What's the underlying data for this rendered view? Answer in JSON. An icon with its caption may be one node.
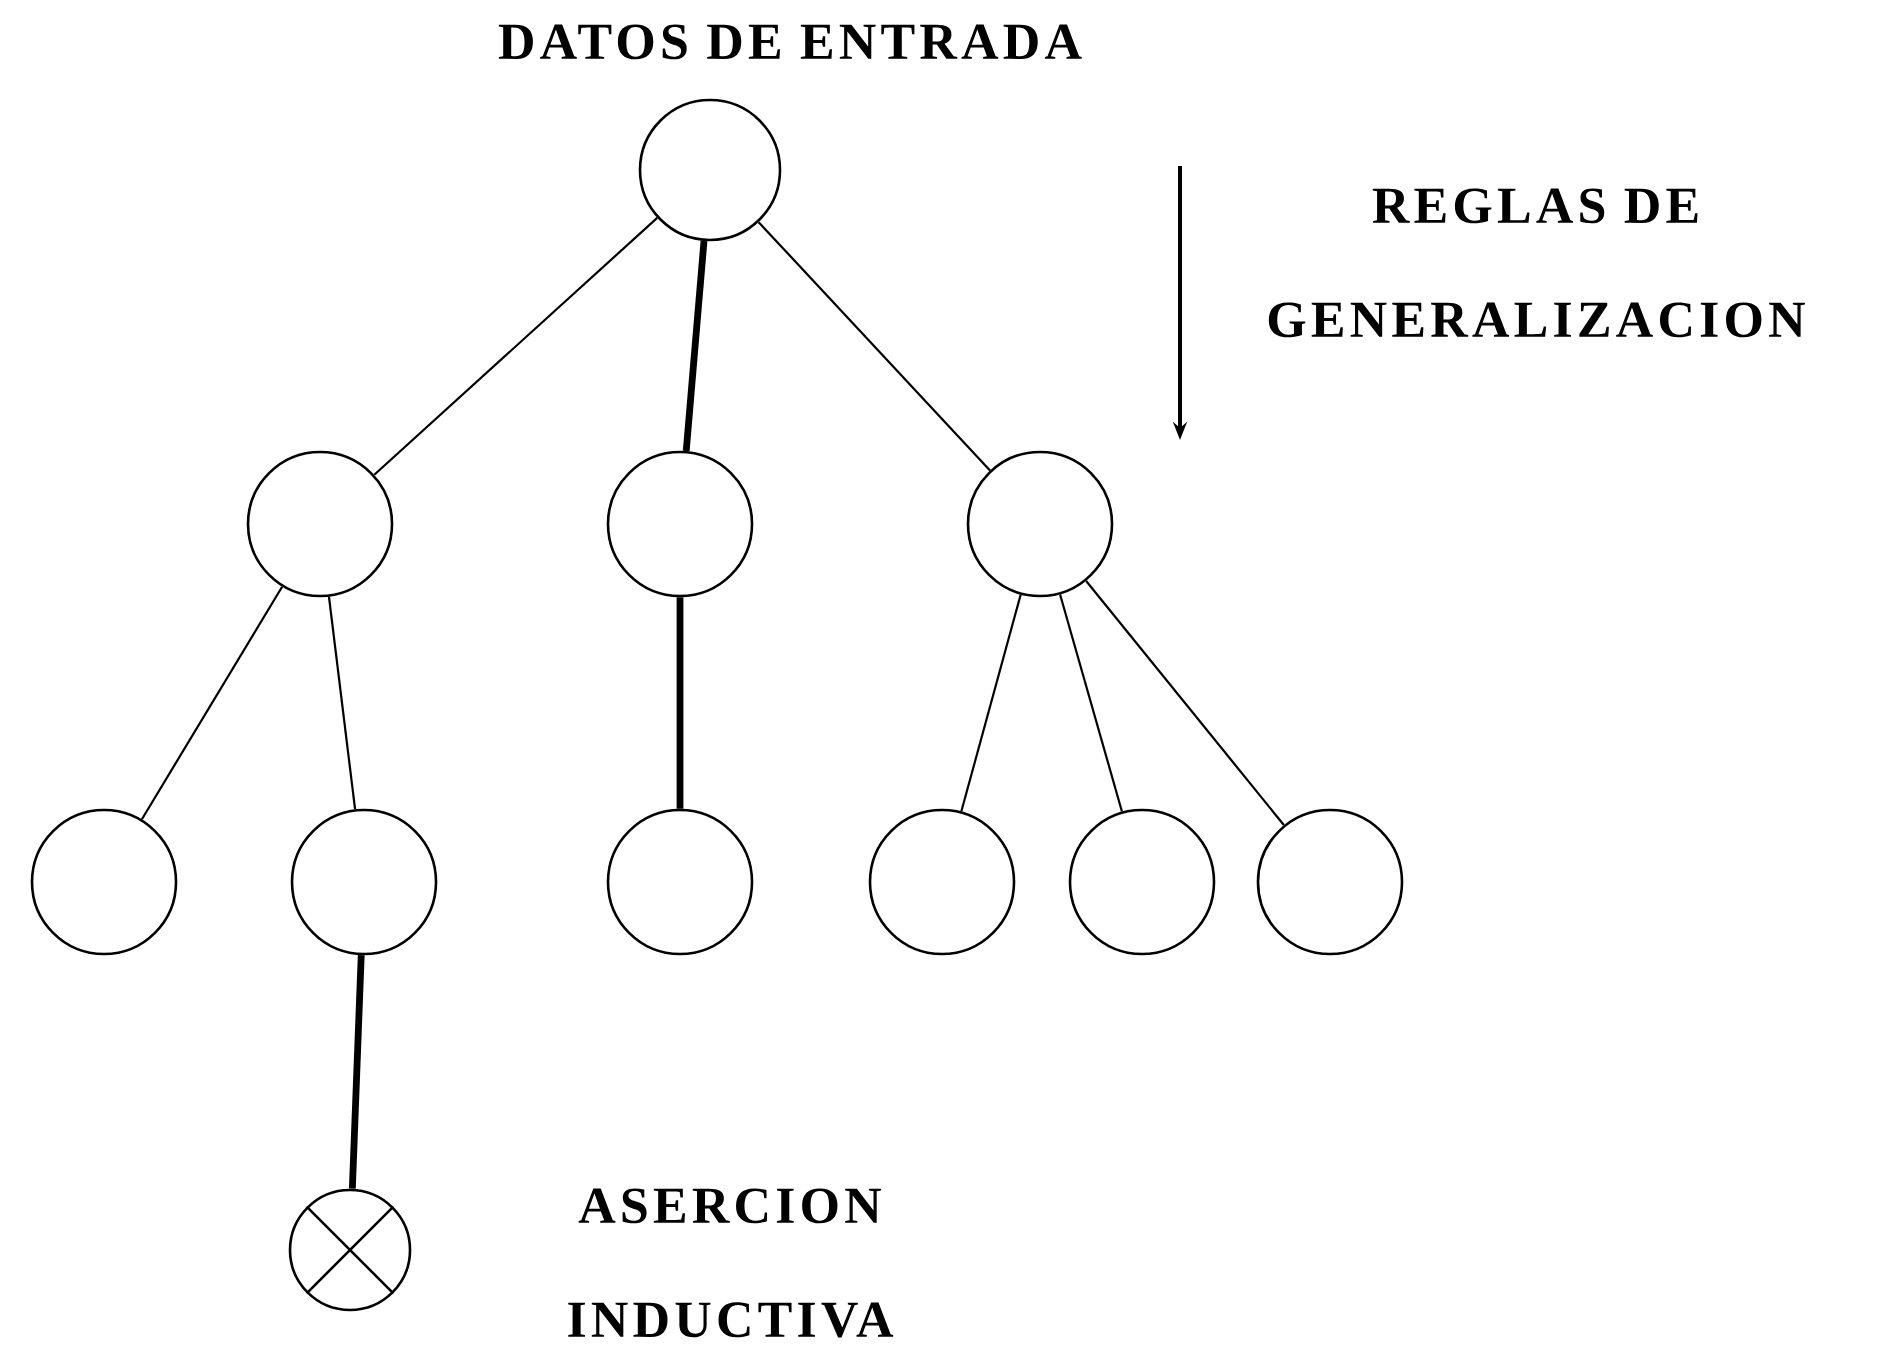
{
  "diagram": {
    "nodes": [
      {
        "text": [],
        "shape": "circle",
        "beside": [
          "DATOS DE ENTRADA"
        ]
      },
      {
        "text": [],
        "shape": "circle"
      },
      {
        "text": [],
        "shape": "circle"
      },
      {
        "text": [],
        "shape": "circle"
      },
      {
        "text": [],
        "shape": "circle"
      },
      {
        "text": [],
        "shape": "circle"
      },
      {
        "text": [],
        "shape": "circle"
      },
      {
        "text": [],
        "shape": "circle"
      },
      {
        "text": [],
        "shape": "circle"
      },
      {
        "text": [],
        "shape": "circle"
      },
      {
        "text": [],
        "shape": "crossed-circle",
        "beside": [
          "ASERCION INDUCTIVA"
        ]
      }
    ],
    "edges": [
      {
        "from": 0,
        "to": 1,
        "arrow": "none"
      },
      {
        "from": 0,
        "to": 2,
        "arrow": "none",
        "style": "thick"
      },
      {
        "from": 0,
        "to": 3,
        "arrow": "none"
      },
      {
        "from": 1,
        "to": 4,
        "arrow": "none"
      },
      {
        "from": 1,
        "to": 5,
        "arrow": "none"
      },
      {
        "from": 2,
        "to": 6,
        "arrow": "none",
        "style": "thick"
      },
      {
        "from": 3,
        "to": 7,
        "arrow": "none"
      },
      {
        "from": 3,
        "to": 8,
        "arrow": "none"
      },
      {
        "from": 3,
        "to": 9,
        "arrow": "none"
      },
      {
        "from": 5,
        "to": 10,
        "arrow": "none",
        "style": "thick"
      }
    ],
    "labels": [
      "REGLAS DE GENERALIZACION"
    ]
  }
}
